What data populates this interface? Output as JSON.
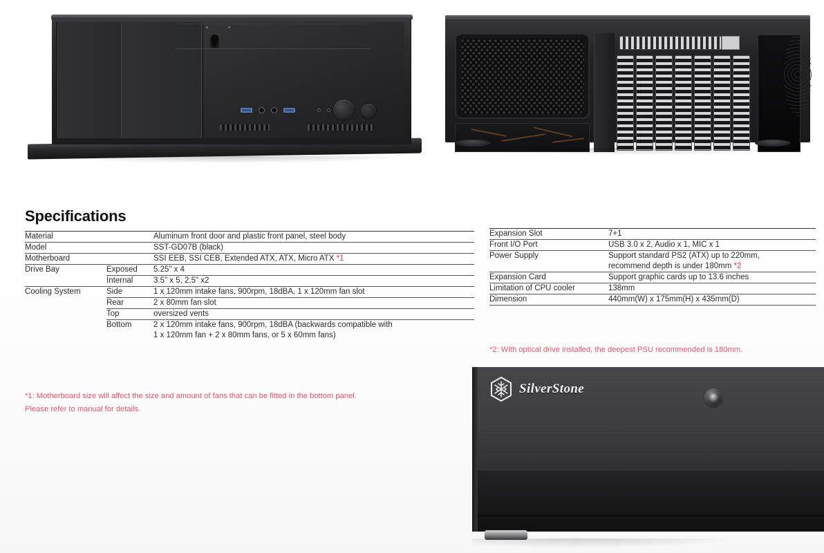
{
  "page": {
    "title": "Specifications",
    "accent_red": "#e8394f",
    "footnote_red": "#e8546b"
  },
  "images": {
    "front_view": {
      "name": "case-front-view",
      "alt": "SST-GD07B HTPC chassis front view with aluminum front door"
    },
    "rear_view": {
      "name": "case-rear-interior-view",
      "alt": "SST-GD07B chassis rear and interior view with 7+1 expansion slots"
    },
    "bottom_view": {
      "name": "case-front-closeup-view",
      "alt": "SilverStone branded front panel close-up with door lock"
    }
  },
  "brand": {
    "wordmark_silver": "Silver",
    "wordmark_stone": "Stone",
    "logo_icon": "snowflake-hex-logo"
  },
  "spec_table_left": {
    "rows": [
      {
        "label": "Material",
        "sub": "",
        "value": "Aluminum front door and plastic front panel, steel body",
        "divider": "thick"
      },
      {
        "label": "Model",
        "sub": "",
        "value": "SST-GD07B (black)",
        "divider": "full"
      },
      {
        "label": "Motherboard",
        "sub": "",
        "value": "SSI EEB, SSI CEB, Extended ATX, ATX, Micro ATX ",
        "note": "*1",
        "divider": "full"
      },
      {
        "label": "Drive Bay",
        "sub": "Exposed",
        "value": "5.25\" x 4",
        "divider": "full"
      },
      {
        "label": "",
        "sub": "Internal",
        "value": "3.5\" x 5, 2.5\" x2",
        "divider": "sub"
      },
      {
        "label": "Cooling System",
        "sub": "Side",
        "value": "1 x 120mm intake fans, 900rpm, 18dBA, 1 x 120mm fan slot",
        "divider": "full"
      },
      {
        "label": "",
        "sub": "Rear",
        "value": "2 x 80mm fan slot",
        "divider": "sub"
      },
      {
        "label": "",
        "sub": "Top",
        "value": "oversized vents",
        "divider": "sub"
      },
      {
        "label": "",
        "sub": "Bottom",
        "value": "2 x 120mm intake fans, 900rpm, 18dBA (backwards compatible with",
        "divider": "sub"
      },
      {
        "label": "",
        "sub": "",
        "value": "1 x 120mm fan +  2 x 80mm fans, or 5 x 60mm fans)",
        "divider": "none"
      }
    ]
  },
  "spec_table_right": {
    "rows": [
      {
        "label": "Expansion Slot",
        "value": "7+1",
        "divider": "thick"
      },
      {
        "label": "Front I/O Port",
        "value": "USB 3.0 x 2, Audio x 1, MIC x 1",
        "divider": "full"
      },
      {
        "label": "Power Supply",
        "value": "Support standard PS2 (ATX) up to 220mm,",
        "divider": "full"
      },
      {
        "label": "",
        "value": "recommend depth is under 180mm ",
        "note": "*2",
        "divider": "none"
      },
      {
        "label": "Expansion Card",
        "value": "Support graphic cards up to 13.6 inches",
        "divider": "full"
      },
      {
        "label": "Limitation of CPU cooler",
        "value": "138mm",
        "divider": "full"
      },
      {
        "label": "Dimension",
        "value": "440mm(W) x 175mm(H) x 435mm(D)",
        "divider": "full"
      }
    ]
  },
  "footnotes": {
    "left_line1": "*1: Motherboard size will affect the size and amount of fans that can be fitted in the bottom panel.",
    "left_line2": "Please refer to manual for details.",
    "right_line1": "*2: With optical drive installed, the deepest PSU recommended is 180mm."
  }
}
